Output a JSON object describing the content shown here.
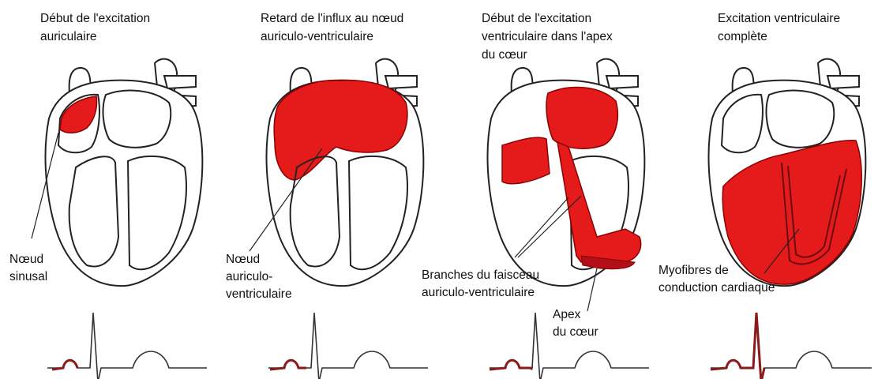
{
  "colors": {
    "excited": "#e51b1b",
    "excited_dark": "#b30f18",
    "outline": "#222222",
    "wall": "#ffffff",
    "ecg_line": "#333333",
    "ecg_highlight": "#8b1a1a"
  },
  "panels": [
    {
      "title": "Début de l'excitation\nauriculaire",
      "labels": [
        {
          "text": "Nœud\nsinusal"
        }
      ],
      "ecg_highlight": "p_wave"
    },
    {
      "title": "Retard de l'influx au nœud\nauriculo-ventriculaire",
      "labels": [
        {
          "text": "Nœud\nauriculo-\nventriculaire"
        }
      ],
      "ecg_highlight": "pr_segment"
    },
    {
      "title": "Début de l'excitation\nventriculaire dans l'apex\ndu cœur",
      "labels": [
        {
          "text": "Branches du faisceau\nauriculo-ventriculaire"
        },
        {
          "text": "Apex\ndu cœur"
        }
      ],
      "ecg_highlight": "q_wave"
    },
    {
      "title": "Excitation ventriculaire\ncomplète",
      "labels": [
        {
          "text": "Myofibres de\nconduction cardiaque"
        }
      ],
      "ecg_highlight": "qrs_complex"
    }
  ]
}
